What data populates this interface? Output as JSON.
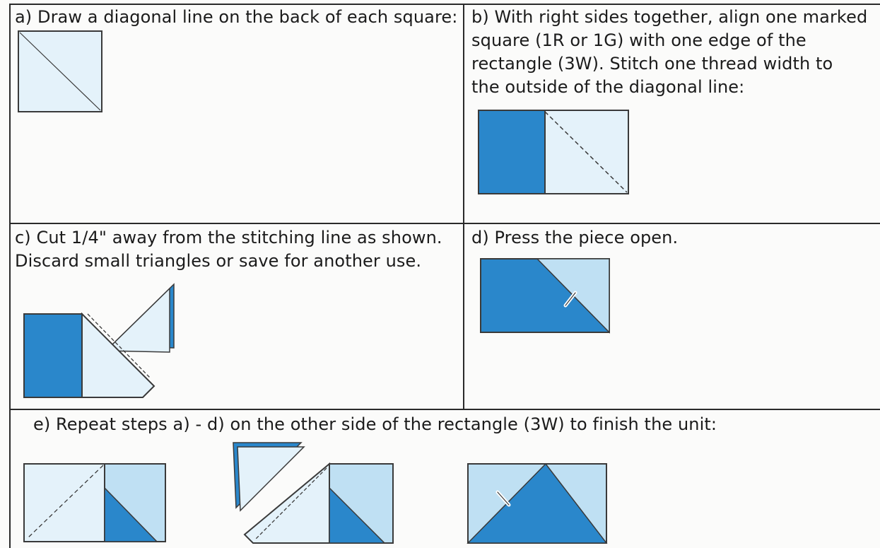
{
  "steps": {
    "a": {
      "text": "a) Draw a diagonal line on the back of each square:"
    },
    "b": {
      "text": "b) With right sides together, align one marked\nsquare (1R or 1G) with one edge of the\nrectangle (3W).  Stitch one thread width to\nthe outside of the diagonal line:"
    },
    "c": {
      "text": "c) Cut 1/4\" away from the stitching line as shown.\nDiscard small triangles or save for another use."
    },
    "d": {
      "text": "d) Press the piece open."
    },
    "e": {
      "text": "e) Repeat steps a) - d) on the other side of the rectangle (3W) to finish the unit:"
    }
  },
  "colors": {
    "dark_blue": "#2a87cb",
    "light_blue": "#bfe0f3",
    "pale_blue": "#e4f2fa",
    "outline": "#3a3a3a"
  }
}
